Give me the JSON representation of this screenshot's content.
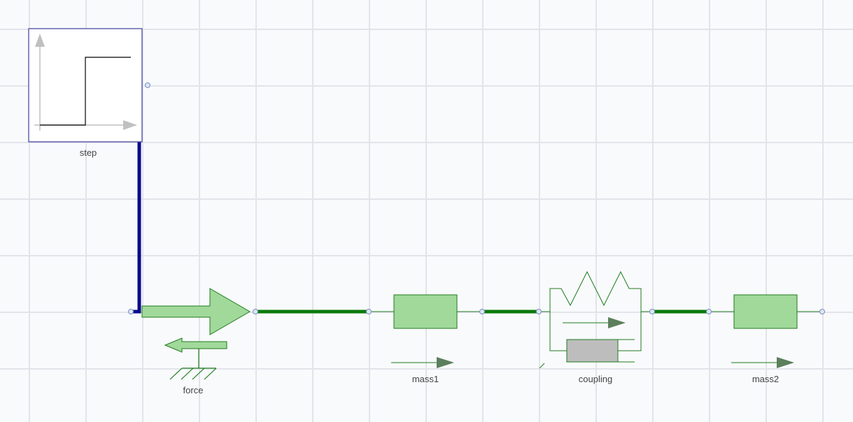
{
  "diagram": {
    "components": {
      "step": {
        "label": "step"
      },
      "force": {
        "label": "force"
      },
      "mass1": {
        "label": "mass1"
      },
      "coupling": {
        "label": "coupling"
      },
      "mass2": {
        "label": "mass2"
      }
    }
  },
  "colors": {
    "background": "#f9fafc",
    "grid": "#e2e4ea",
    "signal_wire": "#0a0a8c",
    "mechanical_wire": "#0a7a0a",
    "component_fill": "#a1d99b",
    "component_stroke": "#1e7b1e",
    "damper_fill": "#bdbdbd",
    "port_fill": "#dce6f5",
    "port_stroke": "#7b8fc0",
    "block_border": "#3c3c9a"
  }
}
